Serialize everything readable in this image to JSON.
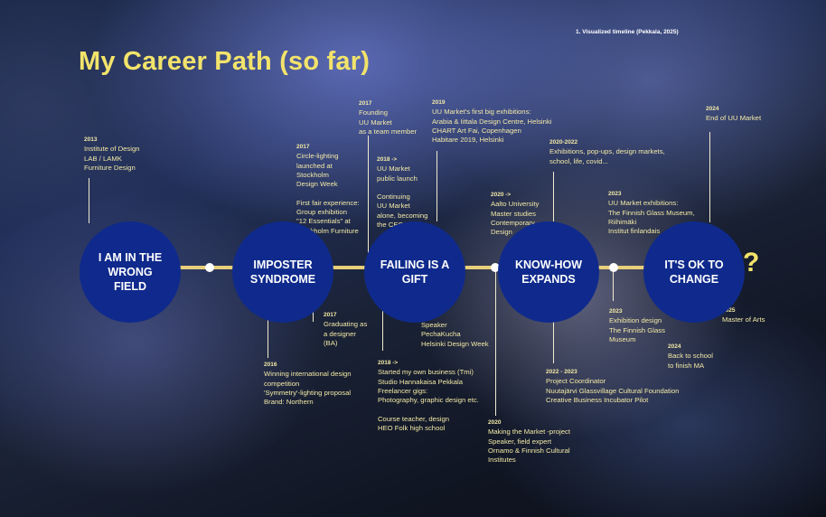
{
  "caption": "1. Visualized timeline (Pekkala, 2025)",
  "title": "My Career Path (so far)",
  "end_mark": "?",
  "milestones": [
    {
      "label": "I AM IN THE\nWRONG\nFIELD"
    },
    {
      "label": "IMPOSTER\nSYNDROME"
    },
    {
      "label": "FAILING IS A\nGIFT"
    },
    {
      "label": "KNOW-HOW\nEXPANDS"
    },
    {
      "label": "IT'S OK TO\nCHANGE"
    }
  ],
  "events": [
    {
      "year": "2013",
      "text": "Institute of Design\nLAB / LAMK\nFurniture Design"
    },
    {
      "year": "2016",
      "text": "Winning international design\ncompetition\n'Symmetry'-lighting proposal\nBrand: Northern"
    },
    {
      "year": "2017",
      "text": "Circle-lighting\nlaunched at\nStockholm\nDesign Week\n\nFirst fair experience:\nGroup exhibition\n\"12 Essentials\" at\nStockholm Furniture"
    },
    {
      "year": "2017",
      "text": "Graduating as\na designer\n(BA)"
    },
    {
      "year": "2017",
      "text": "Founding\nUU Market\nas a team member"
    },
    {
      "year": "2018 ->",
      "text": "UU Market\npublic launch\n\nContinuing\nUU Market\nalone, becoming\nthe CEO"
    },
    {
      "year": "",
      "text": "Speaker\nPechaKucha\nHelsinki Design Week"
    },
    {
      "year": "2018 ->",
      "text": "Started my own business (Tmi)\nStudio Hannakaisa Pekkala\nFreelancer gigs:\nPhotography, graphic design etc.\n\nCourse teacher, design\nHEO Folk high school"
    },
    {
      "year": "2019",
      "text": "UU Market's first big exhibitions:\nArabia & Iittala Design Centre, Helsinki\nCHART Art Fai, Copenhagen\nHabitare 2019, Helsinki"
    },
    {
      "year": "2020 ->",
      "text": "Aalto University\nMaster studies\nContemporary\nDesign"
    },
    {
      "year": "2020",
      "text": "Making the Market -project\nSpeaker, field expert\nOrnamo & Finnish Cultural\nInstitutes"
    },
    {
      "year": "2020-2022",
      "text": "Exhibitions, pop-ups, design markets,\nschool, life, covid..."
    },
    {
      "year": "2022 - 2023",
      "text": "Project Coordinator\nNuutajärvi Glassvillage Cultural Foundation\nCreative Business Incubator Pilot"
    },
    {
      "year": "2023",
      "text": "UU Market exhibitions:\nThe Finnish Glass Museum,\nRiihimäki\nInstitut finlandais"
    },
    {
      "year": "2023",
      "text": "Exhibition design\nThe Finnish Glass\nMuseum"
    },
    {
      "year": "2024",
      "text": "End of UU Market"
    },
    {
      "year": "2024",
      "text": "Back to school\nto finish MA"
    },
    {
      "year": "2025",
      "text": "Master of Arts"
    }
  ]
}
